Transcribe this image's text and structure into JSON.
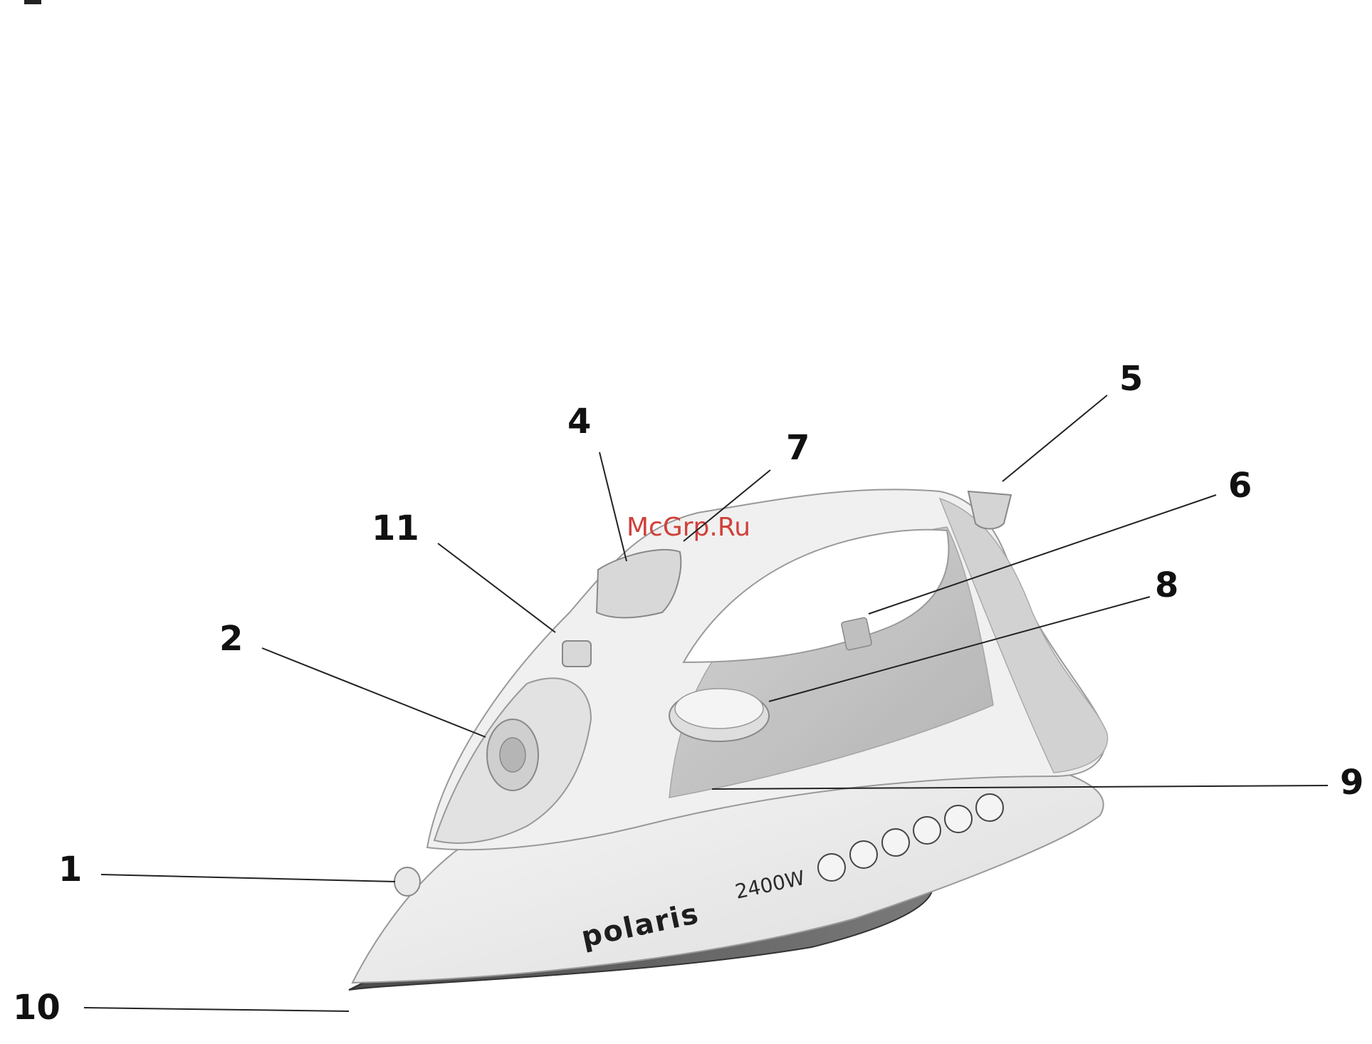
{
  "figure": {
    "watermark": "McGrp.Ru",
    "brand": "polaris",
    "power_rating": "2400W",
    "callouts": [
      "1",
      "2",
      "4",
      "5",
      "6",
      "7",
      "8",
      "9",
      "10",
      "11"
    ],
    "colors": {
      "body_light": "#f2f2f2",
      "body_grey": "#c8c8c8",
      "tank_grey": "#b9b9b9",
      "soleplate": "#5a5a5a",
      "watermark": "#d0403a"
    }
  }
}
